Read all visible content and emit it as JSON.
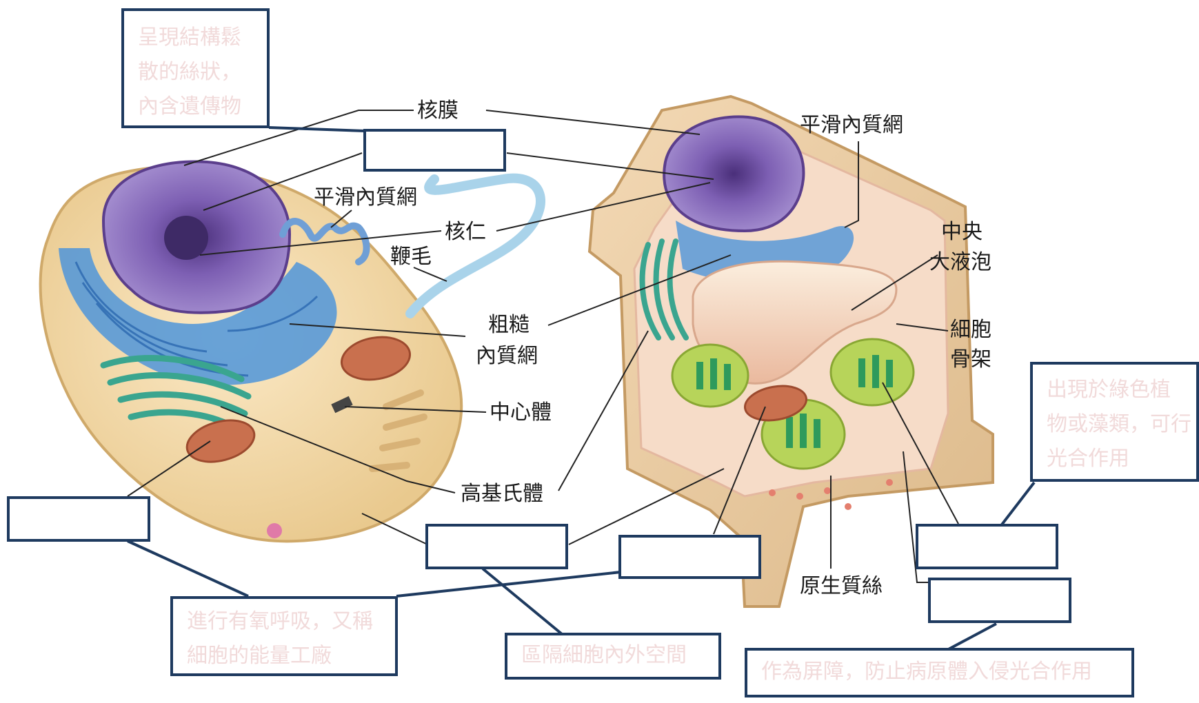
{
  "figure": {
    "animal_cell_labels": {
      "nuclear_envelope": "核膜",
      "smooth_er": "平滑內質網",
      "nucleolus": "核仁",
      "flagellum": "鞭毛",
      "rough_er_line1": "粗糙",
      "rough_er_line2": "內質網",
      "centrosome": "中心體",
      "golgi": "高基氏體"
    },
    "plant_cell_labels": {
      "smooth_er": "平滑內質網",
      "central_vacuole_line1": "中央",
      "central_vacuole_line2": "大液泡",
      "cytoskeleton_line1": "細胞",
      "cytoskeleton_line2": "骨架",
      "plasmodesmata": "原生質絲"
    },
    "hint_notes": {
      "nucleus_hint": [
        "呈現結構鬆",
        "散的絲狀，",
        "內含遺傳物"
      ],
      "mitochondria_hint": [
        "進行有氧呼吸，又稱",
        "細胞的能量工廠"
      ],
      "membrane_hint": [
        "區隔細胞內外空間"
      ],
      "chloroplast_hint": [
        "出現於綠色植",
        "物或藻類，可行",
        "光合作用"
      ],
      "cell_wall_hint": [
        "作為屏障，防止病原體入侵光合作用"
      ]
    },
    "colors": {
      "frame": "#1e3a5f",
      "hint_text": "#f1dada",
      "nucleus": "#7a5aa8",
      "er": "#4a8fd4",
      "cytoplasm": "#f2ddb0",
      "chloroplast": "#8bbf3a",
      "vacuole": "#f6d8c4"
    }
  }
}
